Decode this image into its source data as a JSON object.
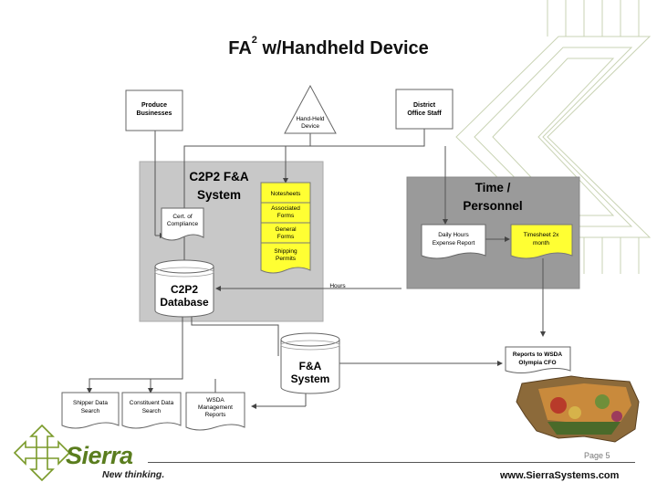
{
  "title": {
    "main": "FA",
    "sup": "2",
    "rest": " w/Handheld Device"
  },
  "nodes": {
    "produce": [
      "Produce",
      "Businesses"
    ],
    "handheld": [
      "Hand-Held",
      "Device"
    ],
    "district": [
      "District",
      "Office Staff"
    ],
    "c2p2_group": [
      "C2P2 F&A",
      "System"
    ],
    "time_group": [
      "Time /",
      "Personnel"
    ],
    "cert": [
      "Cert. of",
      "Compliance"
    ],
    "notesheets": [
      "Notesheets"
    ],
    "associated": [
      "Associated",
      "Forms"
    ],
    "general": [
      "General",
      "Forms"
    ],
    "shipping": [
      "Shipping",
      "Permits"
    ],
    "daily_hours": [
      "Daily Hours",
      "Expense Report"
    ],
    "timesheet": [
      "Timesheet 2x",
      "month"
    ],
    "c2p2_db": [
      "C2P2",
      "Database"
    ],
    "hours": [
      "Hours"
    ],
    "fa_system": [
      "F&A",
      "System"
    ],
    "reports_wsda": [
      "Reports to WSDA",
      "Olympia CFO"
    ],
    "shipper": [
      "Shipper Data",
      "Search"
    ],
    "constituent": [
      "Constituent Data",
      "Search"
    ],
    "wsda_mgmt": [
      "WSDA",
      "Management",
      "Reports"
    ]
  },
  "footer": {
    "page": "Page 5",
    "logo_word": "Sierra",
    "tagline": "New thinking.",
    "website": "www.SierraSystems.com"
  },
  "colors": {
    "group_gray": "#c8c8c8",
    "time_gray": "#9a9a9a",
    "yellow": "#ffff33",
    "logo_green": "#5a7d1e"
  }
}
